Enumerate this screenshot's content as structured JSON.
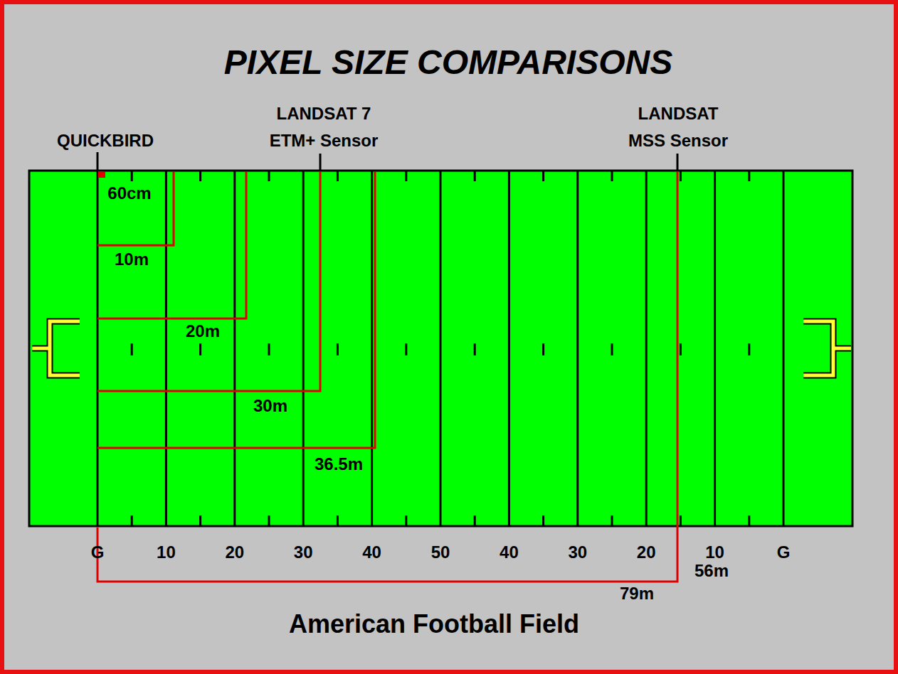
{
  "diagram": {
    "title": "PIXEL SIZE COMPARISONS",
    "caption": "American Football Field",
    "labels": [
      "QUICKBIRD",
      "LANDSAT 7 ETM+ Sensor",
      "LANDSAT MSS Sensor",
      "60cm",
      "10m",
      "20m",
      "30m",
      "36.5m",
      "56m",
      "79m",
      "G",
      "10",
      "20",
      "30",
      "40",
      "50",
      "40",
      "30",
      "20",
      "10",
      "G"
    ]
  }
}
